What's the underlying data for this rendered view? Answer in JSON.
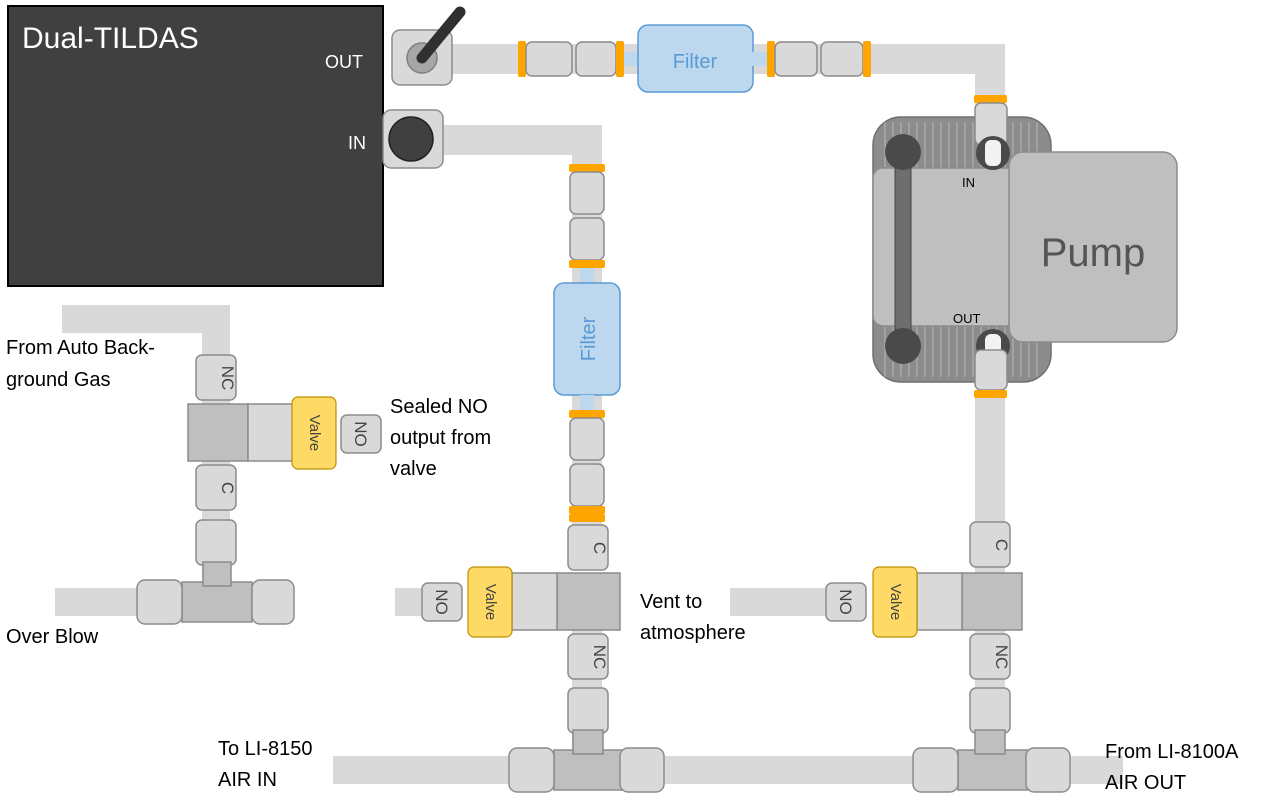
{
  "instrument": {
    "title": "Dual-TILDAS",
    "out_label": "OUT",
    "in_label": "IN"
  },
  "filters": {
    "top_label": "Filter",
    "vertical_label": "Filter"
  },
  "pump": {
    "title": "Pump",
    "in_label": "IN",
    "out_label": "OUT"
  },
  "valves": {
    "valve_label": "Valve",
    "no_label": "NO",
    "nc_label": "NC",
    "c_label": "C"
  },
  "labels": {
    "auto_background_line1": "From Auto Back-",
    "auto_background_line2": "ground Gas",
    "sealed_no_line1": "Sealed NO",
    "sealed_no_line2": "output from",
    "sealed_no_line3": "valve",
    "over_blow": "Over Blow",
    "vent_line1": "Vent to",
    "vent_line2": "atmosphere",
    "to_li8150_line1": "To LI-8150",
    "to_li8150_line2": "AIR IN",
    "from_li8100a_line1": "From LI-8100A",
    "from_li8100a_line2": "AIR OUT"
  }
}
